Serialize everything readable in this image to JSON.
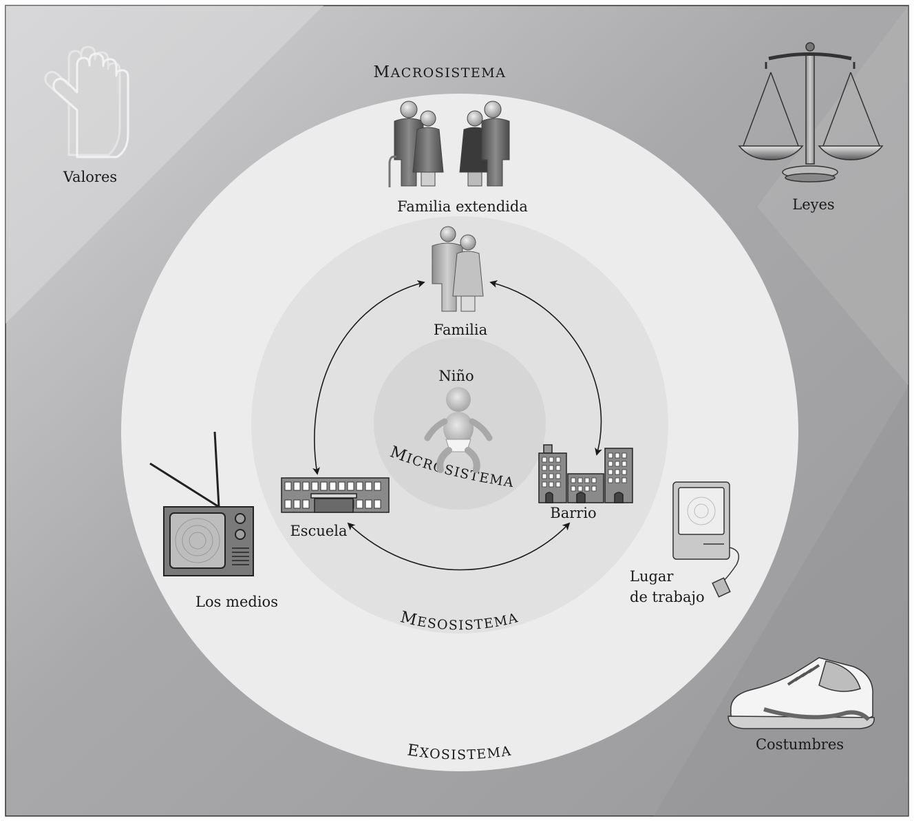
{
  "diagram": {
    "systems": {
      "macrosystem": {
        "first": "M",
        "rest": "ACROSISTEMA"
      },
      "exosystem": {
        "first": "E",
        "rest": "XOSISTEMA"
      },
      "mesosystem": {
        "first": "M",
        "rest": "ESOSISTEMA"
      },
      "microsystem": {
        "first": "M",
        "rest": "ICROSISTEMA"
      }
    },
    "labels": {
      "child": "Niño",
      "family": "Familia",
      "extended_family": "Familia extendida",
      "school": "Escuela",
      "neighborhood": "Barrio",
      "media": "Los medios",
      "workplace_line1": "Lugar",
      "workplace_line2": "de trabajo",
      "values": "Valores",
      "laws": "Leyes",
      "customs": "Costumbres"
    },
    "icons": {
      "values": "hand-icon",
      "laws": "scales-icon",
      "customs": "sneaker-icon",
      "media": "television-icon",
      "workplace": "computer-icon",
      "extended_family": "extended-family-icon",
      "family": "family-icon",
      "child": "baby-icon",
      "school": "school-building-icon",
      "neighborhood": "city-buildings-icon"
    },
    "colors": {
      "outer_background": "#a6a6a8",
      "exosystem_ring": "#ececec",
      "mesosystem_ring": "#e2e2e2",
      "microsystem_ring": "#d6d6d6",
      "figure_dark": "#555555"
    }
  }
}
